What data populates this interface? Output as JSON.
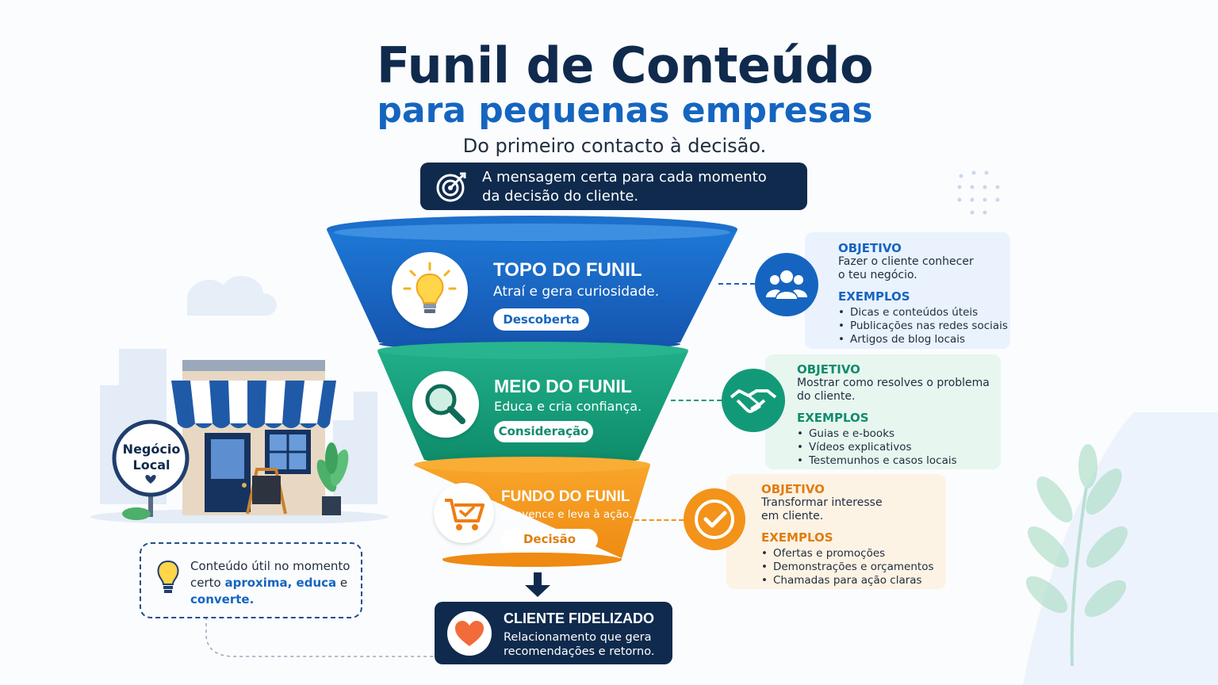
{
  "title": "Funil de Conteúdo",
  "subtitle": "para pequenas empresas",
  "tagline": "Do primeiro contacto à decisão.",
  "banner": {
    "line1": "A mensagem certa para cada momento",
    "line2": "da decisão do cliente.",
    "icon": "target-icon"
  },
  "colors": {
    "navy": "#0f2a4d",
    "blue": "#1565c0",
    "green": "#129a78",
    "orange": "#f39319"
  },
  "stages": [
    {
      "title": "TOPO DO FUNIL",
      "desc": "Atraí e gera curiosidade.",
      "pill": "Descoberta",
      "icon": "lightbulb-icon",
      "circle_icon": "people-icon",
      "objective_label": "OBJETIVO",
      "objective_line1": "Fazer o cliente conhecer",
      "objective_line2": "o teu negócio.",
      "examples_label": "EXEMPLOS",
      "examples": [
        "Dicas e conteúdos úteis",
        "Publicações nas redes sociais",
        "Artigos de blog locais"
      ]
    },
    {
      "title": "MEIO DO FUNIL",
      "desc": "Educa e cria confiança.",
      "pill": "Consideração",
      "icon": "magnifier-icon",
      "circle_icon": "handshake-icon",
      "objective_label": "OBJETIVO",
      "objective_line1": "Mostrar como resolves o problema",
      "objective_line2": "do cliente.",
      "examples_label": "EXEMPLOS",
      "examples": [
        "Guias e e-books",
        "Vídeos explicativos",
        "Testemunhos e casos locais"
      ]
    },
    {
      "title": "FUNDO DO FUNIL",
      "desc": "Convence e leva à ação.",
      "pill": "Decisão",
      "icon": "cart-icon",
      "circle_icon": "check-badge-icon",
      "objective_label": "OBJETIVO",
      "objective_line1": "Transformar interesse",
      "objective_line2": "em cliente.",
      "examples_label": "EXEMPLOS",
      "examples": [
        "Ofertas e promoções",
        "Demonstrações e orçamentos",
        "Chamadas para ação claras"
      ]
    }
  ],
  "store": {
    "sign_line1": "Negócio",
    "sign_line2": "Local",
    "icon": "storefront-icon"
  },
  "note": {
    "text_plain": "Conteúdo útil no momento certo ",
    "text_bold": "aproxima, educa",
    "text_mid": " e ",
    "text_bold2": "converte.",
    "icon": "lightbulb-icon"
  },
  "loyal": {
    "title": "CLIENTE FIDELIZADO",
    "line1": "Relacionamento que gera",
    "line2": "recomendações e retorno.",
    "icon": "heart-icon"
  }
}
